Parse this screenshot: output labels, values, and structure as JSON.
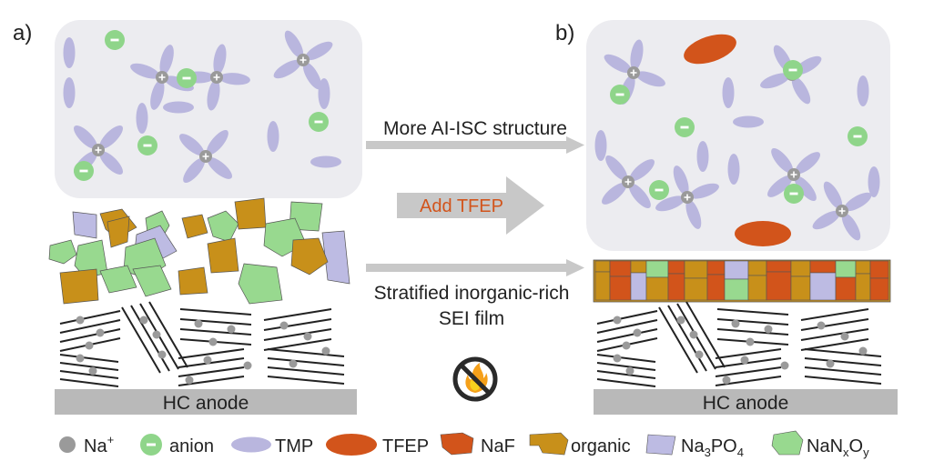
{
  "panels": {
    "a": {
      "label": "a)"
    },
    "b": {
      "label": "b)"
    }
  },
  "arrows": {
    "top": "More AI-ISC structure",
    "middle": "Add TFEP",
    "bottom_line1": "Stratified inorganic-rich",
    "bottom_line2": "SEI film"
  },
  "anode_label": "HC anode",
  "legend": {
    "na_ion": "Na",
    "na_ion_sup": "+",
    "anion": "anion",
    "tmp": "TMP",
    "tfep": "TFEP",
    "naf": "NaF",
    "organic": "organic",
    "na3po4_parts": [
      "Na",
      "3",
      "PO",
      "4"
    ],
    "nanxoy_parts": [
      "NaN",
      "x",
      "O",
      "y"
    ]
  },
  "colors": {
    "tmp": "#b9b6de",
    "anion": "#8fd58a",
    "tfep": "#d2541b",
    "naf": "#d2541b",
    "organic": "#c8901a",
    "na3po4": "#bdbbe3",
    "nanxoy": "#98d98f",
    "na_ion": "#9a9a9a",
    "anode": "#b9b9b9",
    "electrolyte_bg": "#ececf0",
    "arrow": "#c8c8c8",
    "add_tfep_text": "#d2541b"
  },
  "icons": {
    "no_fire": "no-fire-icon",
    "cation": "plus-icon",
    "anion": "minus-icon"
  }
}
